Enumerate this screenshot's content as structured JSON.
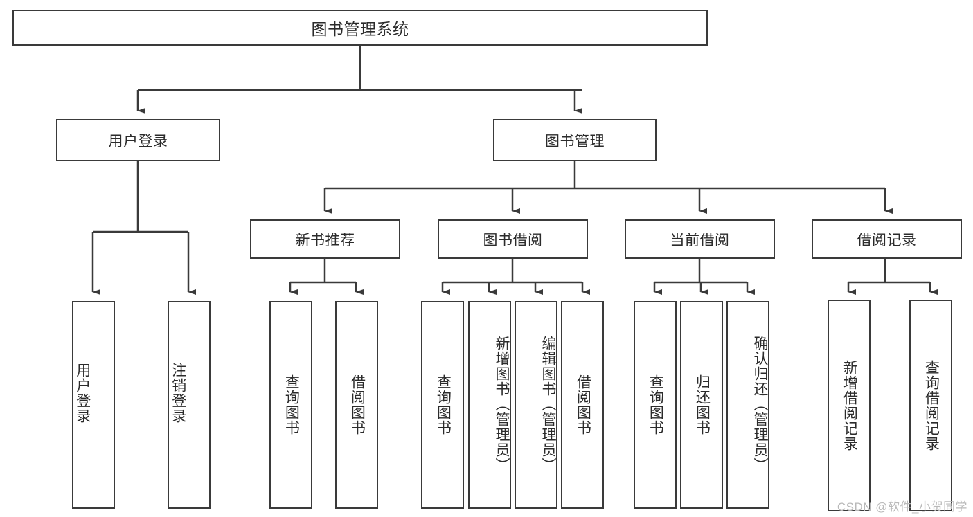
{
  "diagram": {
    "title": "图书管理系统",
    "type": "hierarchy-tree",
    "watermark": "CSDN @软件_小贺同学",
    "colors": {
      "stroke": "#3a3a3a",
      "text": "#2b2b2b",
      "background": "#ffffff",
      "watermark": "#b9b9b9"
    },
    "levels": {
      "root": {
        "label": "图书管理系统"
      },
      "level2": [
        {
          "id": "user-login",
          "label": "用户登录"
        },
        {
          "id": "book-management",
          "label": "图书管理"
        }
      ],
      "level3": [
        {
          "id": "new-book-recommend",
          "label": "新书推荐",
          "parent": "book-management"
        },
        {
          "id": "book-borrow",
          "label": "图书借阅",
          "parent": "book-management"
        },
        {
          "id": "current-borrow",
          "label": "当前借阅",
          "parent": "book-management"
        },
        {
          "id": "borrow-record",
          "label": "借阅记录",
          "parent": "book-management"
        }
      ],
      "leaves": [
        {
          "id": "leaf-user-login",
          "label": "用户登录",
          "parent": "user-login"
        },
        {
          "id": "leaf-user-logout",
          "label": "注销登录",
          "parent": "user-login"
        },
        {
          "id": "leaf-query-book-1",
          "label": "查询图书",
          "parent": "new-book-recommend"
        },
        {
          "id": "leaf-borrow-book-1",
          "label": "借阅图书",
          "parent": "new-book-recommend"
        },
        {
          "id": "leaf-query-book-2",
          "label": "查询图书",
          "parent": "book-borrow"
        },
        {
          "id": "leaf-add-book",
          "label": "新增图书（管理员）",
          "parent": "book-borrow"
        },
        {
          "id": "leaf-edit-book",
          "label": "编辑图书（管理员）",
          "parent": "book-borrow"
        },
        {
          "id": "leaf-borrow-book-2",
          "label": "借阅图书",
          "parent": "book-borrow"
        },
        {
          "id": "leaf-query-book-3",
          "label": "查询图书",
          "parent": "current-borrow"
        },
        {
          "id": "leaf-return-book",
          "label": "归还图书",
          "parent": "current-borrow"
        },
        {
          "id": "leaf-confirm-return",
          "label": "确认归还（管理员）",
          "parent": "current-borrow"
        },
        {
          "id": "leaf-add-record",
          "label": "新增借阅记录",
          "parent": "borrow-record"
        },
        {
          "id": "leaf-query-record",
          "label": "查询借阅记录",
          "parent": "borrow-record"
        }
      ]
    }
  }
}
